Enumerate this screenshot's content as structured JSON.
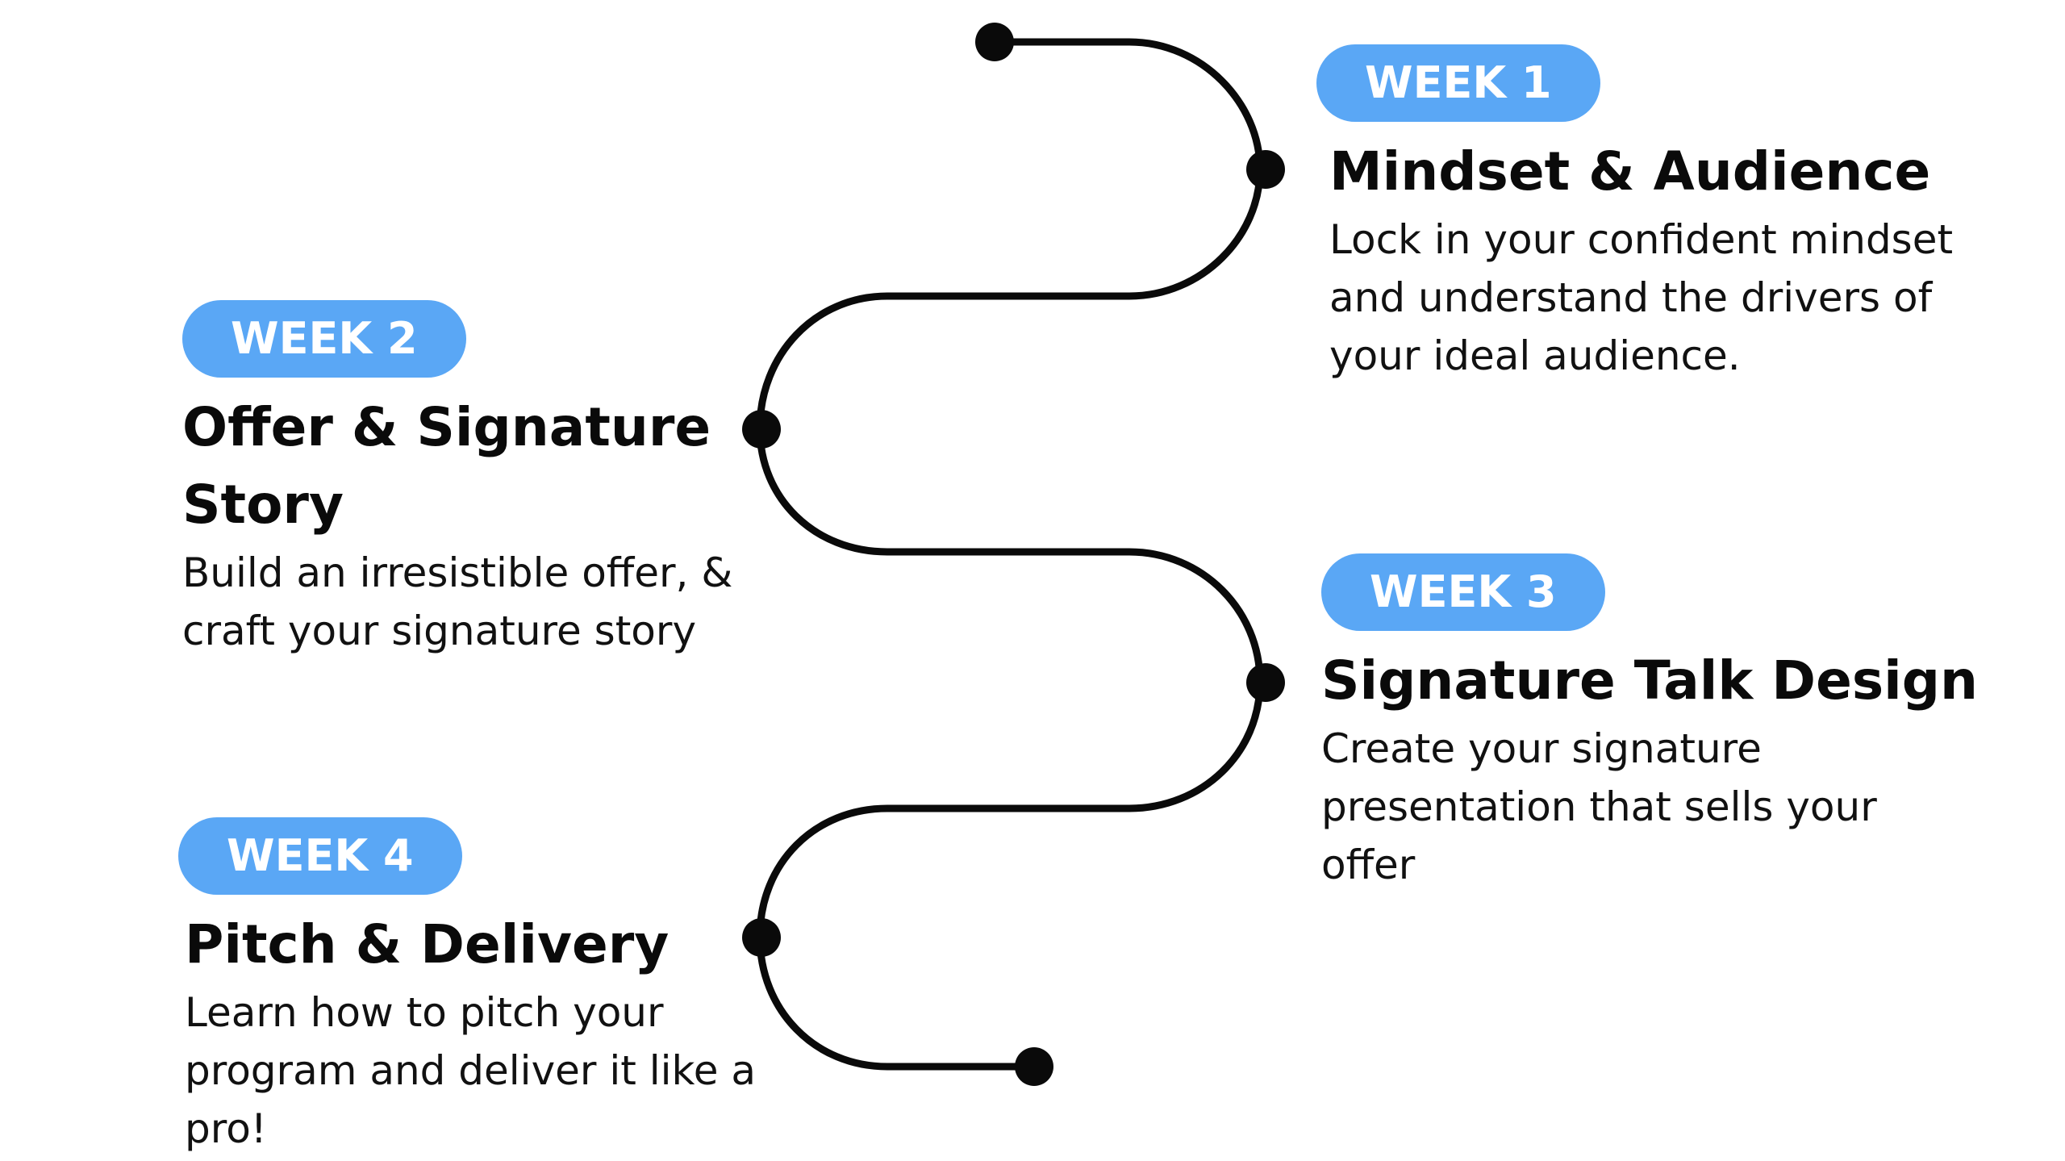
{
  "colors": {
    "badge": "#5aa7f5",
    "line": "#0a0a0a",
    "text": "#0a0a0a"
  },
  "weeks": [
    {
      "badge": "WEEK 1",
      "title": "Mindset & Audience",
      "description": "Lock in your confident mindset and understand the drivers of your ideal audience."
    },
    {
      "badge": "WEEK 2",
      "title": "Offer & Signature Story",
      "description": "Build an irresistible offer, & craft your signature story"
    },
    {
      "badge": "WEEK 3",
      "title": "Signature Talk Design",
      "description": "Create your signature presentation that sells your offer"
    },
    {
      "badge": "WEEK 4",
      "title": "Pitch & Delivery",
      "description": "Learn how to pitch your program and deliver it like a pro!"
    }
  ]
}
